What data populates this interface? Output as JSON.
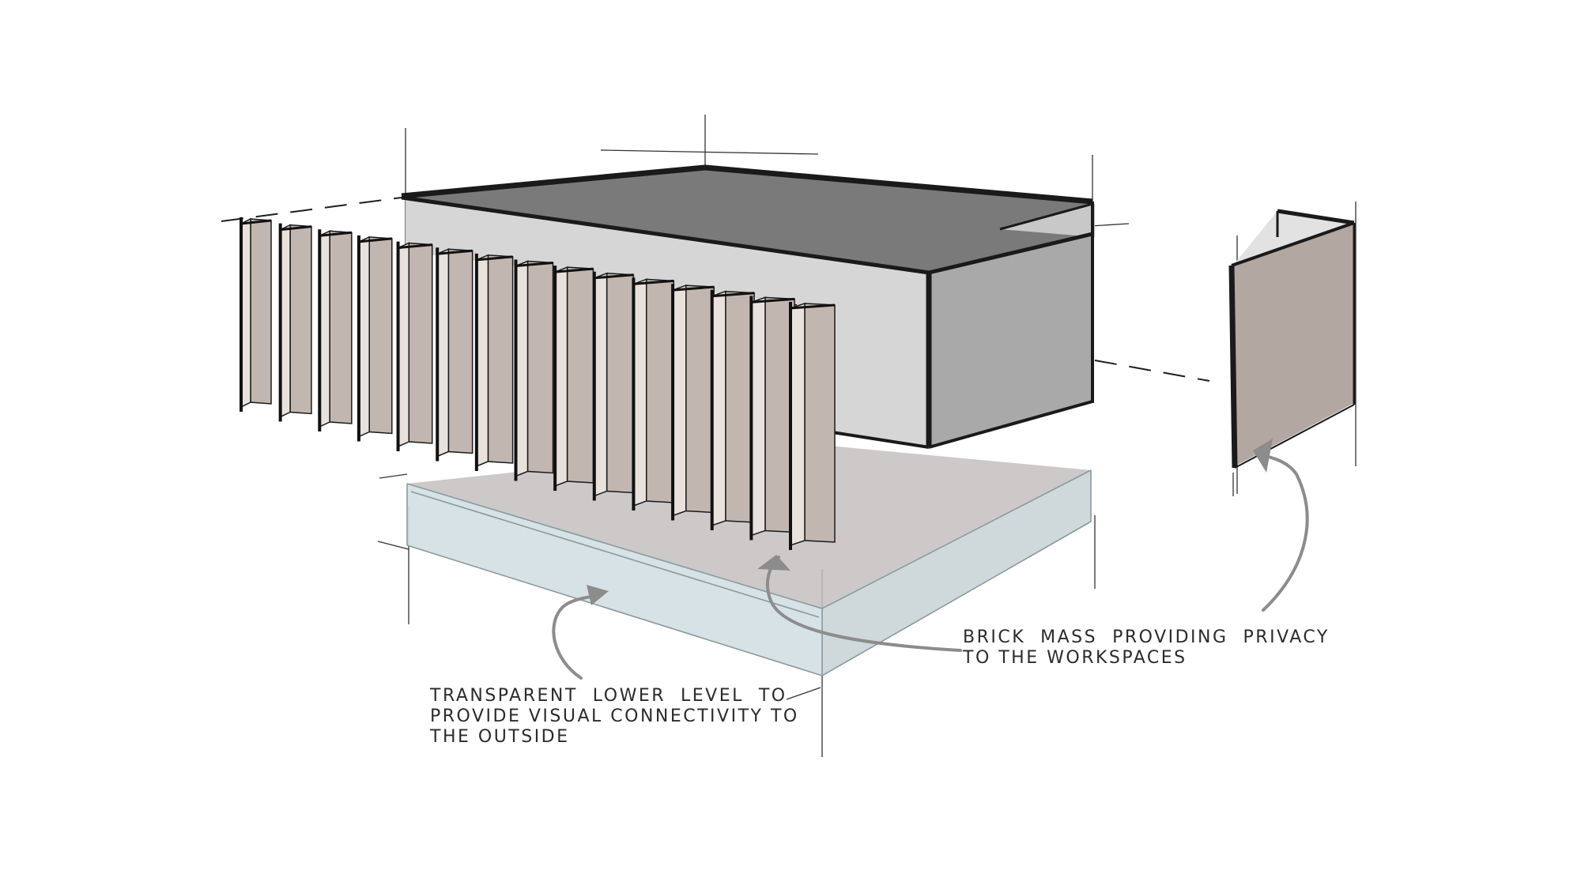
{
  "annotations": {
    "transparent_lower_level": {
      "line1": "TRANSPARENT  LOWER  LEVEL  TO",
      "line2": "PROVIDE VISUAL CONNECTIVITY TO",
      "line3": "THE OUTSIDE"
    },
    "brick_mass": {
      "line1": "BRICK  MASS  PROVIDING  PRIVACY",
      "line2": "TO THE WORKSPACES"
    }
  },
  "colors": {
    "background": "#ffffff",
    "ink": "#1e1e1e",
    "roof": "#7a7a7a",
    "wall_light": "#d6d6d6",
    "wall_mid": "#a9a9a9",
    "brick_fin": "#c2b7b0",
    "brick_fin_light": "#e9e1dc",
    "brick_panel": "#b3a7a1",
    "glass": "#d3dfe3",
    "shadow_floor": "#c4bfbf",
    "arrow": "#8c8c8c"
  }
}
